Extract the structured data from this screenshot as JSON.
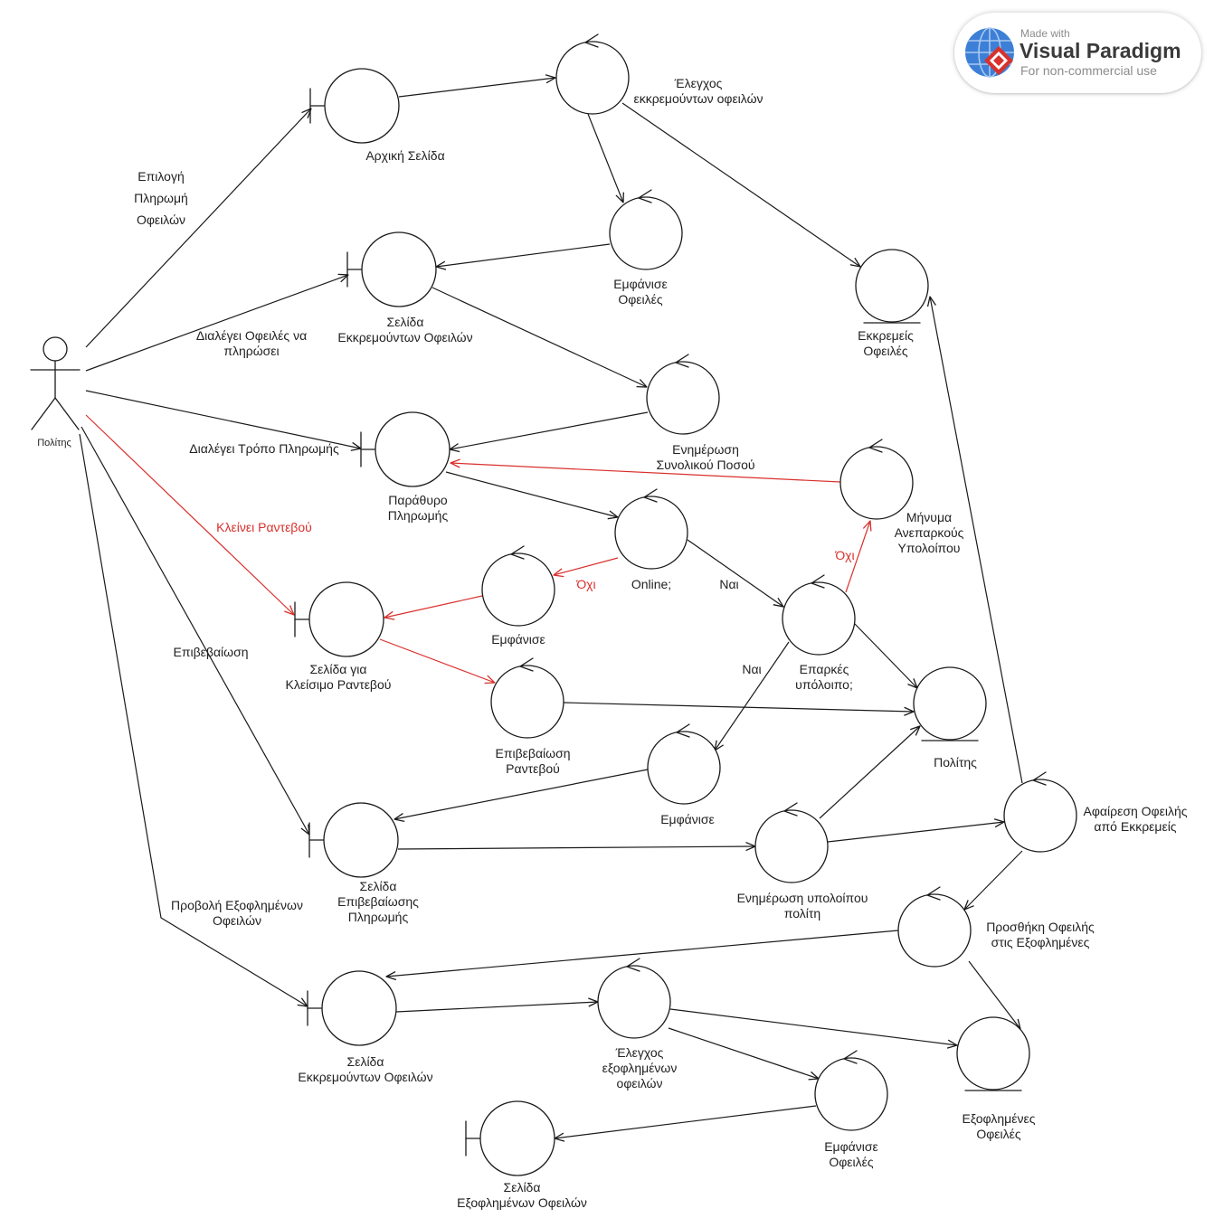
{
  "diagram": {
    "colors": {
      "flow": "#1a1a1a",
      "alternate_flow": "#d9302c",
      "text": "#222222",
      "background": "#ffffff"
    },
    "actor": {
      "icon": "actor-stick-figure-icon",
      "label": "Πολίτης"
    },
    "nodes": {
      "home_page": {
        "icon": "boundary-icon",
        "label": [
          "Αρχική Σελίδα"
        ]
      },
      "check_pending": {
        "icon": "control-icon",
        "label": [
          "Έλεγχος",
          "εκκρεμούντων οφειλών"
        ]
      },
      "show_debts": {
        "icon": "control-icon",
        "label": [
          "Εμφάνισε",
          "Οφειλές"
        ]
      },
      "pending_page": {
        "icon": "boundary-icon",
        "label": [
          "Σελίδα",
          "Εκκρεμούντων Οφειλών"
        ]
      },
      "pending_debts": {
        "icon": "entity-icon",
        "label": [
          "Εκκρεμείς",
          "Οφειλές"
        ]
      },
      "update_total": {
        "icon": "control-icon",
        "label": [
          "Ενημέρωση",
          "Συνολικού Ποσού"
        ]
      },
      "payment_window": {
        "icon": "boundary-icon",
        "label": [
          "Παράθυρο",
          "Πληρωμής"
        ]
      },
      "insufficient_message": {
        "icon": "control-icon",
        "label": [
          "Μήνυμα",
          "Ανεπαρκούς",
          "Υπολοίπου"
        ]
      },
      "online_check": {
        "icon": "control-icon",
        "label": [
          "Online;"
        ]
      },
      "show_appointment_option": {
        "icon": "control-icon",
        "label": [
          "Εμφάνισε"
        ]
      },
      "appointment_page": {
        "icon": "boundary-icon",
        "label": [
          "Σελίδα για",
          "Κλείσιμο Ραντεβού"
        ]
      },
      "balance_check": {
        "icon": "control-icon",
        "label": [
          "Επαρκές",
          "υπόλοιπο;"
        ]
      },
      "confirm_appointment": {
        "icon": "control-icon",
        "label": [
          "Επιβεβαίωση",
          "Ραντεβού"
        ]
      },
      "citizen": {
        "icon": "entity-icon",
        "label": [
          "Πολίτης"
        ]
      },
      "show_confirmation": {
        "icon": "control-icon",
        "label": [
          "Εμφάνισε"
        ]
      },
      "payment_confirmation_page": {
        "icon": "boundary-icon",
        "label": [
          "Σελίδα",
          "Επιβεβαίωσης",
          "Πληρωμής"
        ]
      },
      "update_balance": {
        "icon": "control-icon",
        "label": [
          "Ενημέρωση υπολοίπου",
          "πολίτη"
        ]
      },
      "remove_debt": {
        "icon": "control-icon",
        "label": [
          "Αφαίρεση Οφειλής",
          "από Εκκρεμείς"
        ]
      },
      "add_paid_debt": {
        "icon": "control-icon",
        "label": [
          "Προσθήκη Οφειλής",
          "στις Εξοφλημένες"
        ]
      },
      "pending_page_2": {
        "icon": "boundary-icon",
        "label": [
          "Σελίδα",
          "Εκκρεμούντων Οφειλών"
        ]
      },
      "check_paid": {
        "icon": "control-icon",
        "label": [
          "Έλεγχος",
          "εξοφλημένων",
          "οφειλών"
        ]
      },
      "paid_debts": {
        "icon": "entity-icon",
        "label": [
          "Εξοφλημένες",
          "Οφειλές"
        ]
      },
      "show_paid_debts": {
        "icon": "control-icon",
        "label": [
          "Εμφάνισε",
          "Οφειλές"
        ]
      },
      "paid_page": {
        "icon": "boundary-icon",
        "label": [
          "Σελίδα",
          "Εξοφλημένων Οφειλών"
        ]
      }
    },
    "flow_labels": {
      "select_payment": {
        "lines": [
          "Επιλογή",
          "Πληρωμή",
          "Οφειλών"
        ],
        "color": "#222222"
      },
      "choose_debts": {
        "lines": [
          "Διαλέγει Οφειλές να",
          "πληρώσει"
        ],
        "color": "#222222"
      },
      "choose_method": {
        "lines": [
          "Διαλέγει Τρόπο Πληρωμής"
        ],
        "color": "#222222"
      },
      "book_appointment": {
        "lines": [
          "Κλείνει Ραντεβού"
        ],
        "color": "#d9302c"
      },
      "confirmation": {
        "lines": [
          "Επιβεβαίωση"
        ],
        "color": "#222222"
      },
      "view_paid": {
        "lines": [
          "Προβολή Εξοφλημένων",
          "Οφειλών"
        ],
        "color": "#222222"
      },
      "online_no": {
        "lines": [
          "Όχι"
        ],
        "color": "#d9302c"
      },
      "online_yes": {
        "lines": [
          "Ναι"
        ],
        "color": "#222222"
      },
      "balance_no": {
        "lines": [
          "Όχι"
        ],
        "color": "#d9302c"
      },
      "balance_yes": {
        "lines": [
          "Ναι"
        ],
        "color": "#222222"
      }
    }
  },
  "watermark": {
    "icon": "visual-paradigm-logo-icon",
    "made_with": "Made with",
    "brand": "Visual Paradigm",
    "note": "For non-commercial use",
    "colors": {
      "globe": "#3d7fd6",
      "globe_grid": "#a9c9f0",
      "diamond": "#d7322e",
      "brand_text": "#3a3a3a",
      "muted_text": "#8c8c8c"
    }
  }
}
